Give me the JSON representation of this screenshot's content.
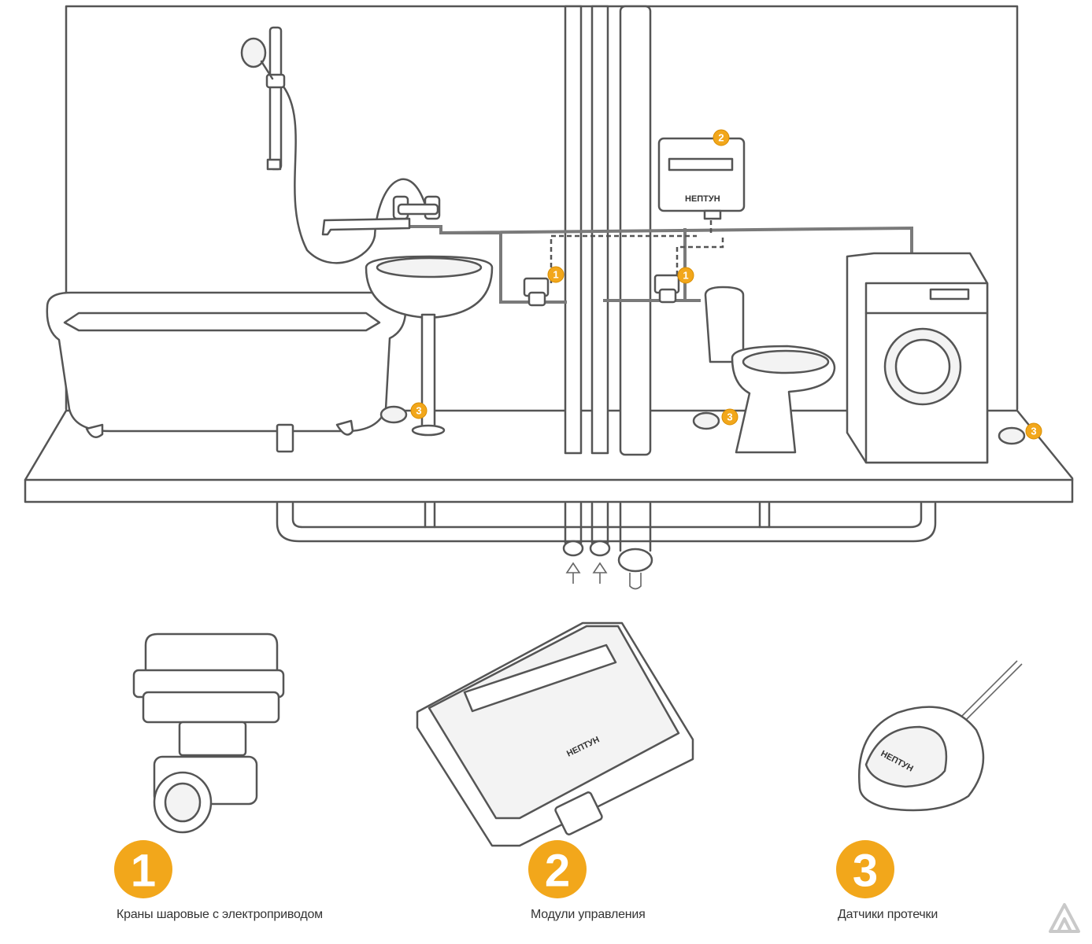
{
  "badges": {
    "valve": "1",
    "controller": "2",
    "sensor": "3"
  },
  "brand": "НЕПТУН",
  "colors": {
    "accent": "#f2a71b",
    "line": "#555555"
  },
  "components": [
    {
      "number": "1",
      "label": "Краны шаровые с электроприводом"
    },
    {
      "number": "2",
      "label": "Модули управления"
    },
    {
      "number": "3",
      "label": "Датчики протечки"
    }
  ]
}
